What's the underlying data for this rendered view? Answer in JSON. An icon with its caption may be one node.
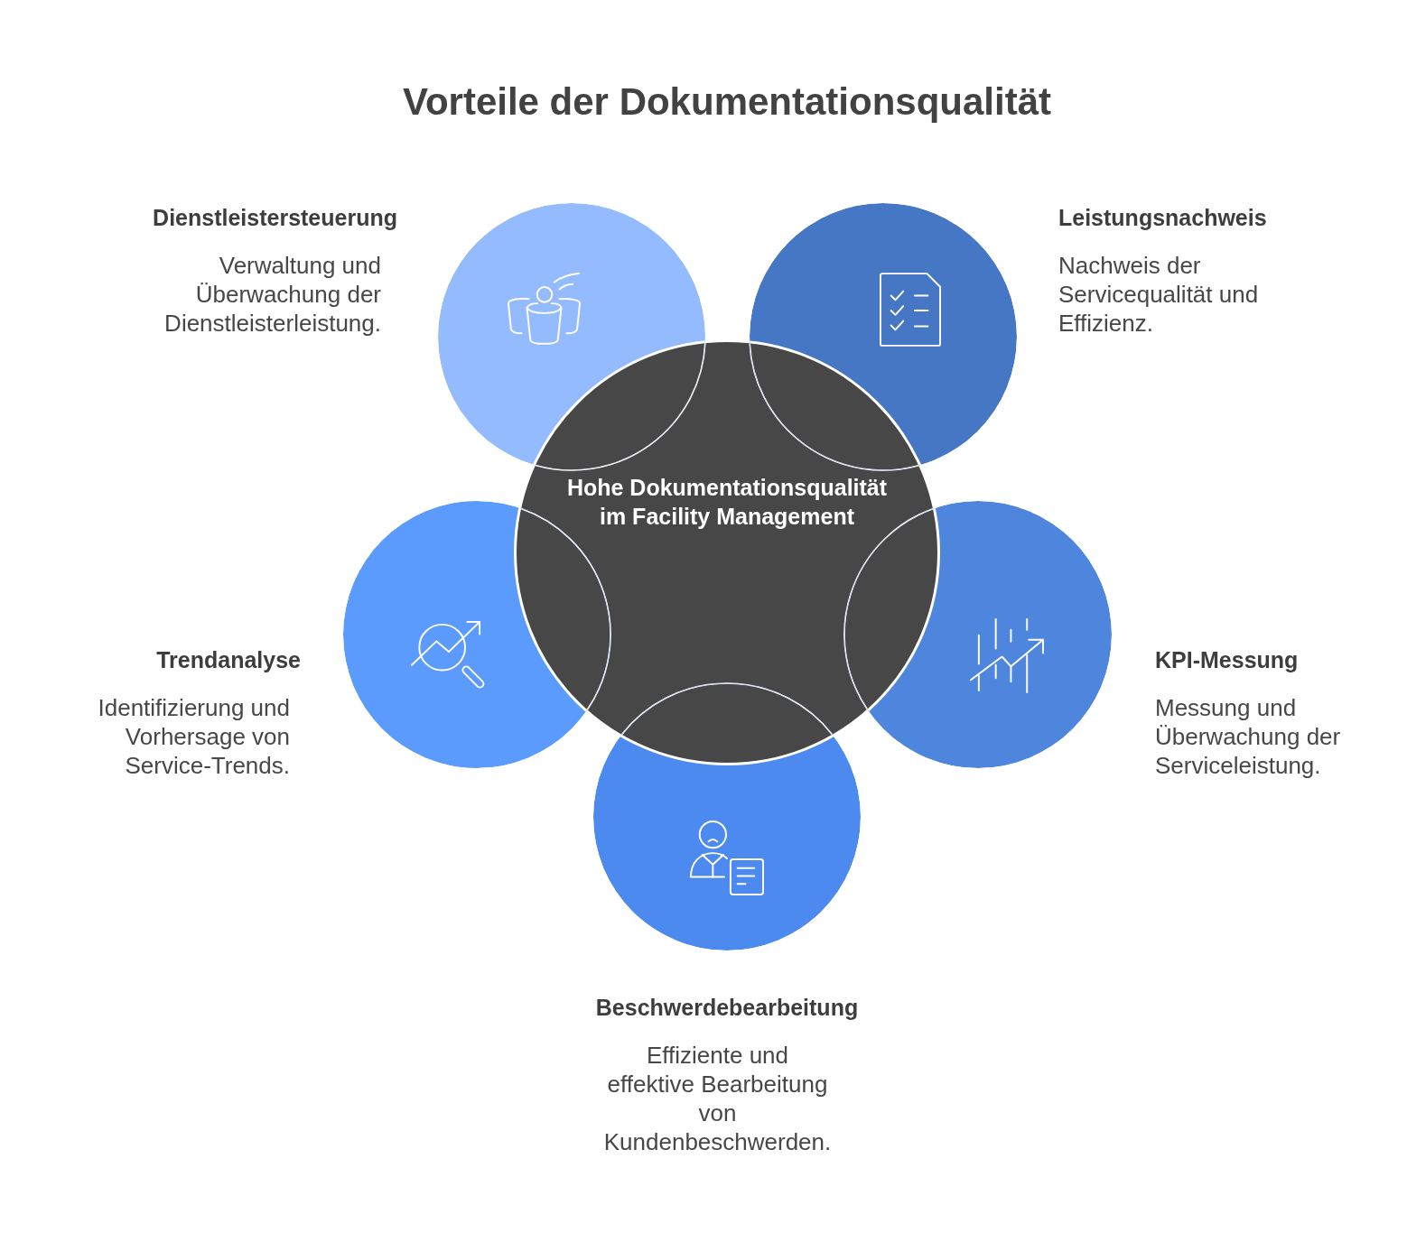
{
  "diagram": {
    "title": "Vorteile der Dokumentationsqualität",
    "nodes": [
      {
        "text": [
          "Dienstleistersteuerung",
          "Verwaltung und Überwachung der Dienstleisterleistung."
        ]
      },
      {
        "text": [
          "Leistungsnachweis",
          "Nachweis der Servicequalität und Effizienz."
        ]
      },
      {
        "text": [
          "Hohe Dokumentationsqualität im Facility Management"
        ]
      },
      {
        "text": [
          "Trendanalyse",
          "Identifizierung und Vorhersage von Service-Trends."
        ]
      },
      {
        "text": [
          "KPI-Messung",
          "Messung und Überwachung der Serviceleistung."
        ]
      },
      {
        "text": [
          "Beschwerdebearbeitung",
          "Effiziente und effektive Bearbeitung von Kundenbeschwerden."
        ]
      }
    ]
  }
}
